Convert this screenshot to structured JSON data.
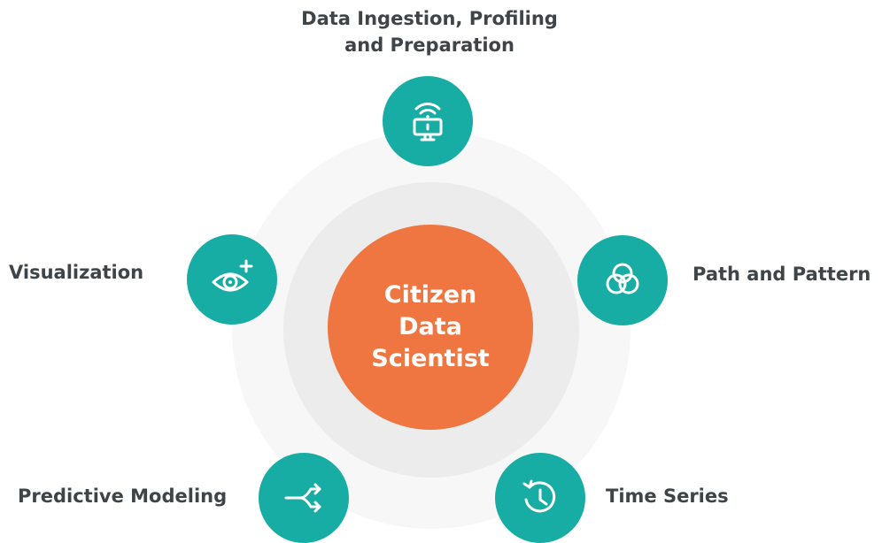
{
  "center": {
    "line1": "Citizen",
    "line2": "Data",
    "line3": "Scientist"
  },
  "nodes": {
    "top": {
      "line1": "Data Ingestion, Profiling",
      "line2": "and Preparation",
      "icon": "monitor-wifi-icon"
    },
    "visualization": {
      "label": "Visualization",
      "icon": "eye-plus-icon"
    },
    "path": {
      "label": "Path and Pattern",
      "icon": "venn-circles-icon"
    },
    "predictive": {
      "label": "Predictive Modeling",
      "icon": "split-arrows-icon"
    },
    "time": {
      "label": "Time Series",
      "icon": "clock-refresh-icon"
    }
  },
  "colors": {
    "accent": "#17aca4",
    "center": "#ef7640",
    "text": "#3f4448",
    "ring_outer": "#f7f7f7",
    "ring_inner": "#ececed"
  }
}
